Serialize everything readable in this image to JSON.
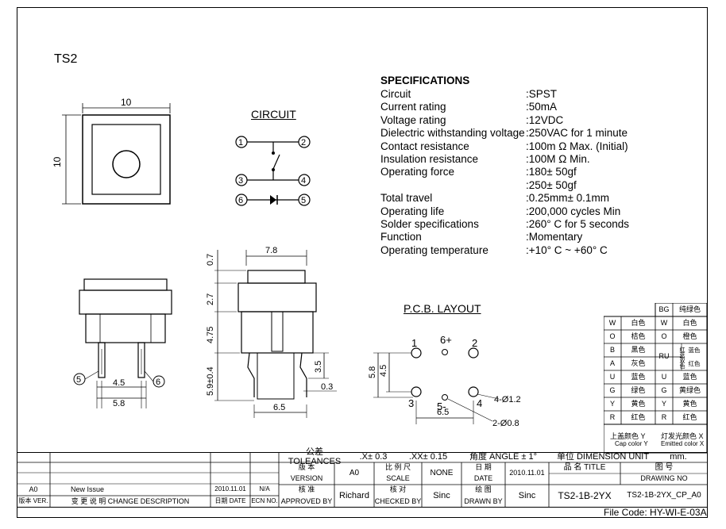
{
  "part_title": "TS2",
  "drawing": {
    "top_view": {
      "width_label": "10",
      "height_label": "10"
    },
    "circuit_title": "CIRCUIT",
    "circuit_pins": [
      "1",
      "2",
      "3",
      "4",
      "6",
      "5"
    ],
    "side_dims": {
      "d07": "0.7",
      "d27": "2.7",
      "d475": "4.75",
      "d59": "5.9±0.4",
      "d78": "7.8",
      "d35": "3.5",
      "d03": "0.3",
      "d65": "6.5",
      "d45": "4.5",
      "d58": "5.8"
    },
    "front_pins": [
      "5",
      "6"
    ],
    "pcb": {
      "title": "P.C.B. LAYOUT",
      "pins": [
        "1",
        "6+",
        "2",
        "3",
        "5-",
        "4"
      ],
      "d58": "5.8",
      "d45": "4.5",
      "d65": "6.5",
      "hole1": "4-Ø1.2",
      "hole2": "2-Ø0.8"
    }
  },
  "specifications": {
    "heading": "SPECIFICATIONS",
    "rows": [
      {
        "label": "Circuit",
        "value": ":SPST"
      },
      {
        "label": "Current rating",
        "value": ":50mA"
      },
      {
        "label": "Voltage rating",
        "value": ":12VDC"
      },
      {
        "label": "Dielectric withstanding voltage",
        "value": ":250VAC for 1 minute"
      },
      {
        "label": "Contact resistance",
        "value": ":100m Ω   Max. (Initial)"
      },
      {
        "label": "Insulation resistance",
        "value": ":100M Ω   Min."
      },
      {
        "label": "Operating force",
        "value": ":180± 50gf"
      },
      {
        "label": "",
        "value": ":250± 50gf"
      },
      {
        "label": "Total travel",
        "value": ":0.25mm± 0.1mm"
      },
      {
        "label": "Operating life",
        "value": ":200,000 cycles Min"
      },
      {
        "label": "Solder specifications",
        "value": ":260° C for 5 seconds"
      },
      {
        "label": "Function",
        "value": ":Momentary"
      },
      {
        "label": "Operating temperature",
        "value": ":+10° C ~ +60° C"
      }
    ]
  },
  "color_table": {
    "rows": [
      [
        "",
        "",
        "BG",
        "纯绿色"
      ],
      [
        "W",
        "白色",
        "W",
        "白色"
      ],
      [
        "O",
        "桔色",
        "O",
        "橙色"
      ],
      [
        "B",
        "黑色",
        "RU",
        "蓝色"
      ],
      [
        "A",
        "灰色",
        "",
        "红色"
      ],
      [
        "U",
        "蓝色",
        "U",
        "蓝色"
      ],
      [
        "G",
        "绿色",
        "G",
        "黄绿色"
      ],
      [
        "Y",
        "黄色",
        "Y",
        "黄色"
      ],
      [
        "R",
        "红色",
        "R",
        "红色"
      ]
    ],
    "ru_note": "红蓝双色",
    "cap_label_cn": "上盖颜色 Y",
    "cap_label_en": "Cap color Y",
    "emit_label_cn": "灯发光颜色 X",
    "emit_label_en": "Emitted color X"
  },
  "title_block": {
    "tolerances": "公差 TOLEANCES",
    "tol1": ".X± 0.3",
    "tol2": ".XX± 0.15",
    "angle": "角度 ANGLE ± 1°",
    "unit": "单位  DIMENSION UNIT",
    "unit_val": "mm.",
    "version_cn": "版 本",
    "version_en": "VERSION",
    "version_val": "A0",
    "scale_cn": "比 例 尺",
    "scale_en": "SCALE",
    "scale_val": "NONE",
    "date_cn": "日  期",
    "date_en": "DATE",
    "date_val": "2010.11.01",
    "name_label": "品  名    TITLE",
    "name_val": "TS2-1B-2YX",
    "drawing_no_cn": "图    号",
    "drawing_no_en": "DRAWING NO",
    "drawing_no_val": "TS2-1B-2YX_CP_A0",
    "approved_cn": "核 准",
    "approved_en": "APPROVED BY",
    "approved_val": "Richard",
    "checked_cn": "核 对",
    "checked_en": "CHECKED BY",
    "checked_val": "Sinc",
    "drawn_cn": "绘 图",
    "drawn_en": "DRAWN BY",
    "drawn_val": "Sinc",
    "rev_ver": "A0",
    "rev_desc": "New Issue",
    "rev_date": "2010.11.01",
    "rev_ecn": "N/A",
    "hdr_ver": "版本 VER.",
    "hdr_desc": "变 更 说 明   CHANGE DESCRIPTION",
    "hdr_date": "日期 DATE",
    "hdr_ecn": "ECN NO.",
    "file_code": "File Code: HY-WI-E-03A"
  }
}
